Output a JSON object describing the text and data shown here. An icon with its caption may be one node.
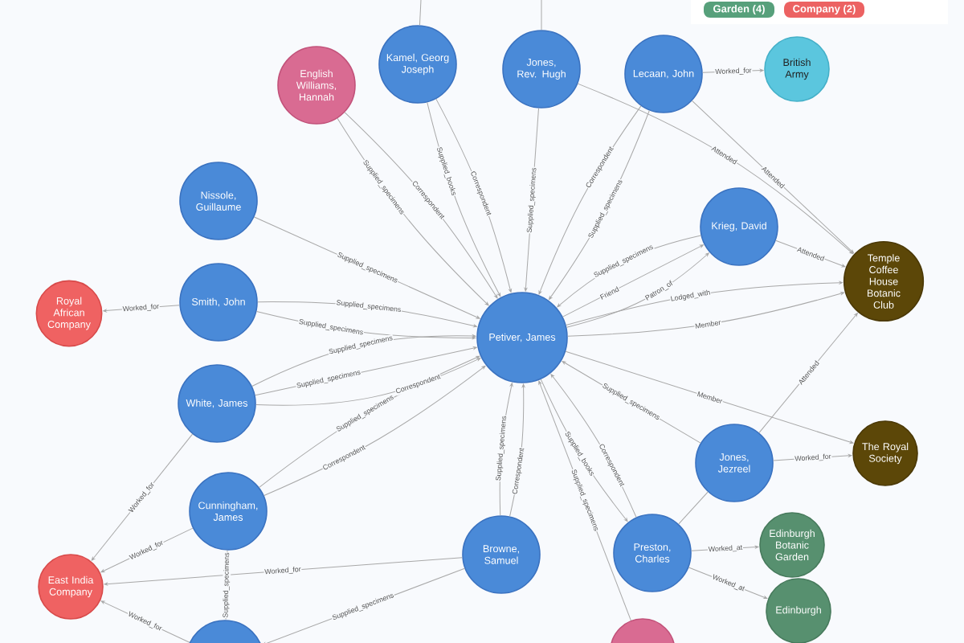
{
  "diagram": {
    "nodes": [
      {
        "text": [
          "Petiver, James"
        ]
      },
      {
        "text": [
          "English Williams, Hannah"
        ]
      },
      {
        "text": [
          "Kamel, Georg Joseph"
        ]
      },
      {
        "text": [
          "Jones, Rev. Hugh"
        ]
      },
      {
        "text": [
          "Lecaan, John"
        ]
      },
      {
        "text": [
          "British Army"
        ]
      },
      {
        "text": [
          "Nissole, Guillaume"
        ]
      },
      {
        "text": [
          "Krieg, David"
        ]
      },
      {
        "text": [
          "Temple Coffee House Botanic Club"
        ]
      },
      {
        "text": [
          "Smith, John"
        ]
      },
      {
        "text": [
          "Royal African Company"
        ]
      },
      {
        "text": [
          "White, James"
        ]
      },
      {
        "text": [
          "Jones, Jezreel"
        ]
      },
      {
        "text": [
          "The Royal Society"
        ]
      },
      {
        "text": [
          "Cunningham, James"
        ]
      },
      {
        "text": [
          "Browne, Samuel"
        ]
      },
      {
        "text": [
          "Preston, Charles"
        ]
      },
      {
        "text": [
          "Edinburgh Botanic Garden"
        ]
      },
      {
        "text": [
          "East India Company"
        ]
      },
      {
        "text": [
          "Edinburgh"
        ]
      },
      {
        "text": [],
        "shape": "circle"
      },
      {
        "text": [],
        "shape": "circle"
      }
    ],
    "edges": [
      {
        "from": 4,
        "to": 5,
        "arrow": "to",
        "label": "Worked_for"
      },
      {
        "from": 9,
        "to": 10,
        "arrow": "to",
        "label": "Worked_for"
      },
      {
        "from": 11,
        "to": 18,
        "arrow": "to",
        "label": "Worked_for"
      },
      {
        "from": 14,
        "to": 18,
        "arrow": "to",
        "label": "Worked_for"
      },
      {
        "from": 15,
        "to": 18,
        "arrow": "to",
        "label": "Worked_for"
      },
      {
        "from": 20,
        "to": 18,
        "arrow": "to",
        "label": "Worked_for"
      },
      {
        "from": 12,
        "to": 13,
        "arrow": "to",
        "label": "Worked_for"
      },
      {
        "from": 16,
        "to": 17,
        "arrow": "to",
        "label": "Worked_at"
      },
      {
        "from": 16,
        "to": 19,
        "arrow": "to",
        "label": "Worked_at"
      },
      {
        "from": 3,
        "to": 8,
        "arrow": "to",
        "label": "Attended"
      },
      {
        "from": 4,
        "to": 8,
        "arrow": "to",
        "label": "Attended"
      },
      {
        "from": 7,
        "to": 8,
        "arrow": "to",
        "label": "Attended"
      },
      {
        "from": 0,
        "to": 8,
        "arrow": "to",
        "label": "Member"
      },
      {
        "from": 0,
        "to": 13,
        "arrow": "to",
        "label": "Member"
      },
      {
        "from": 12,
        "to": 8,
        "arrow": "to",
        "label": "Attended"
      },
      {
        "from": 1,
        "to": 0,
        "arrow": "to",
        "label": "Correspondent"
      },
      {
        "from": 1,
        "to": 0,
        "arrow": "to",
        "label": "Supplied_specimens"
      },
      {
        "from": 2,
        "to": 0,
        "arrow": "to",
        "label": "Correspondent"
      },
      {
        "from": 2,
        "to": 0,
        "arrow": "to",
        "label": "Supplied_books"
      },
      {
        "from": 6,
        "to": 0,
        "arrow": "to",
        "label": "Supplied_specimens"
      },
      {
        "from": 9,
        "to": 0,
        "arrow": "to",
        "label": "Supplied_specimens"
      },
      {
        "from": 9,
        "to": 0,
        "arrow": "to",
        "label": "Supplied_specimens"
      },
      {
        "from": 11,
        "to": 0,
        "arrow": "to",
        "label": "Supplied_specimens"
      },
      {
        "from": 11,
        "to": 0,
        "arrow": "to",
        "label": "Supplied_specimens"
      },
      {
        "from": 11,
        "to": 0,
        "arrow": "to",
        "label": "Correspondent"
      },
      {
        "from": 14,
        "to": 0,
        "arrow": "to",
        "label": "Supplied_specimens"
      },
      {
        "from": 14,
        "to": 0,
        "arrow": "to",
        "label": "Correspondent"
      },
      {
        "from": 3,
        "to": 0,
        "arrow": "to",
        "label": "Supplied_specimens"
      },
      {
        "from": 4,
        "to": 0,
        "arrow": "to",
        "label": "Supplied_specimens"
      },
      {
        "from": 4,
        "to": 0,
        "arrow": "to",
        "label": "Correspondent"
      },
      {
        "from": 0,
        "to": 7,
        "arrow": "to",
        "label": "Patron_of"
      },
      {
        "from": 0,
        "to": 7,
        "arrow": "to",
        "label": "Friend"
      },
      {
        "from": 7,
        "to": 0,
        "arrow": "to",
        "label": "Supplied_specimens"
      },
      {
        "from": 0,
        "to": 8,
        "arrow": "to",
        "label": "Lodged_with"
      },
      {
        "from": 12,
        "to": 0,
        "arrow": "to",
        "label": "Supplied_specimens"
      },
      {
        "from": 0,
        "to": 16,
        "arrow": "to",
        "label": "Supplied_books"
      },
      {
        "from": 16,
        "to": 0,
        "arrow": "to",
        "label": "Correspondent"
      },
      {
        "from": 15,
        "to": 0,
        "arrow": "to",
        "label": "Supplied_specimens"
      },
      {
        "from": 15,
        "to": 0,
        "arrow": "to",
        "label": "Correspondent"
      },
      {
        "from": 21,
        "to": 0,
        "arrow": "to",
        "label": "Supplied_specimens"
      },
      {
        "from": 14,
        "to": 20,
        "arrow": "to",
        "label": "Supplied_specimens"
      },
      {
        "from": 15,
        "to": 20,
        "arrow": "to",
        "label": "Supplied_specimens"
      },
      {
        "from": 16,
        "to": 12,
        "arrow": "none"
      },
      {
        "from": 2,
        "to": null,
        "arrow": "none"
      },
      {
        "from": 3,
        "to": null,
        "arrow": "none"
      }
    ],
    "legend": [
      {
        "text": "Garden (4)",
        "color": "#57a07b"
      },
      {
        "text": "Company (2)",
        "color": "#ec6262"
      }
    ]
  }
}
